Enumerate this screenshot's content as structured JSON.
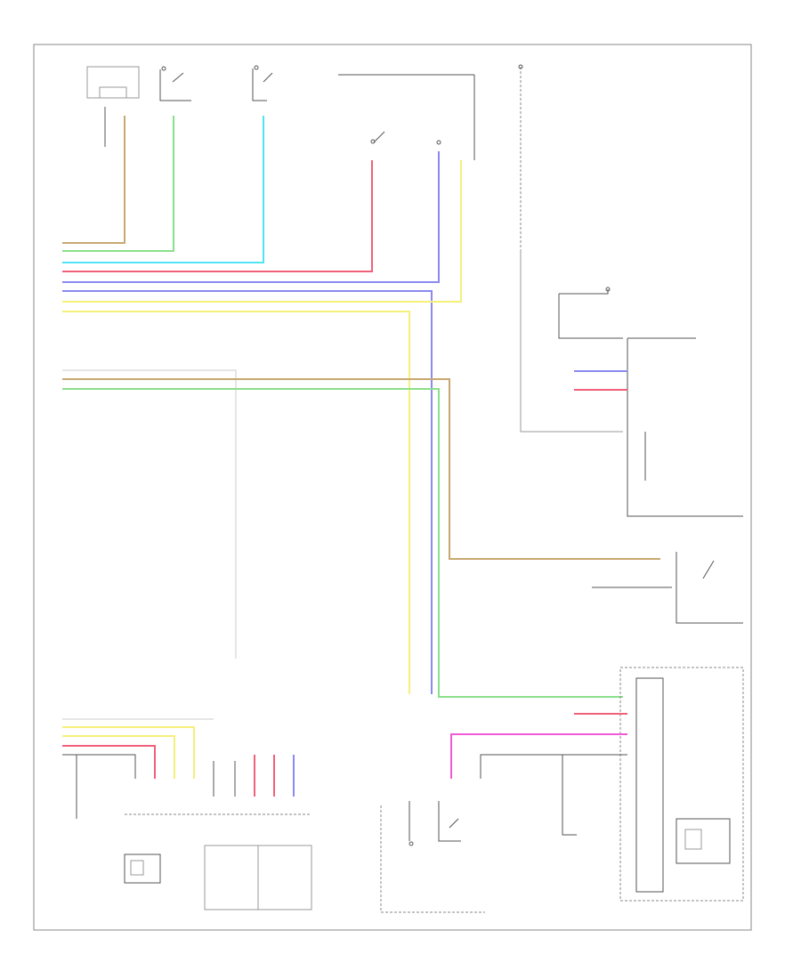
{
  "diagram": {
    "footer_code": "",
    "wire_colors": {
      "brown": "#c8a870",
      "green": "#8ae08a",
      "cyan": "#4fe3f3",
      "red": "#f0607a",
      "blue": "#8a8af0",
      "yellow": "#f5f07a",
      "magenta": "#f05ad8",
      "gray": "#bbbbbb",
      "dark": "#555555"
    },
    "components": [
      {
        "id": "top-sensor",
        "caption": ""
      },
      {
        "id": "top-switch-1",
        "caption": ""
      },
      {
        "id": "top-switch-2",
        "caption": ""
      },
      {
        "id": "top-connector",
        "caption": ""
      },
      {
        "id": "right-fuse",
        "caption": ""
      },
      {
        "id": "right-relay",
        "caption": ""
      },
      {
        "id": "engine-control-module",
        "caption": ""
      },
      {
        "id": "right-switch",
        "caption": ""
      },
      {
        "id": "combination-meter",
        "caption": ""
      },
      {
        "id": "bottom-module",
        "caption": ""
      },
      {
        "id": "bottom-sensors",
        "caption": ""
      }
    ]
  }
}
